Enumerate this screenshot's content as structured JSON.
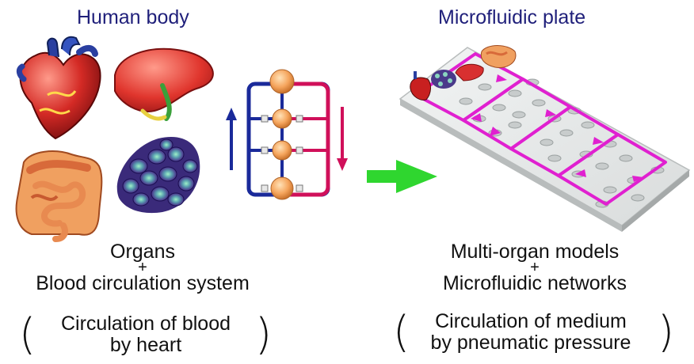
{
  "left": {
    "title": "Human body",
    "caption_line1": "Organs",
    "caption_plus": "+",
    "caption_line2": "Blood circulation system",
    "paren_line1": "Circulation of blood",
    "paren_line2": "by heart"
  },
  "right": {
    "title": "Microfluidic plate",
    "caption_line1": "Multi-organ models",
    "caption_plus": "+",
    "caption_line2": "Microfluidic networks",
    "paren_line1": "Circulation of medium",
    "paren_line2": "by pneumatic pressure"
  },
  "brackets": {
    "open": "(",
    "close": ")"
  },
  "colors": {
    "title": "#1f1f7a",
    "arrow_green": "#2fd62f",
    "circuit_blue": "#1a2a9a",
    "circuit_pink": "#d0105a",
    "plate_channel": "#e020d0",
    "node_orange": "#f4a05a"
  },
  "icons": [
    "heart-icon",
    "liver-icon",
    "intestine-icon",
    "cells-icon",
    "circulation-diagram",
    "microfluidic-plate",
    "green-arrow-icon"
  ]
}
